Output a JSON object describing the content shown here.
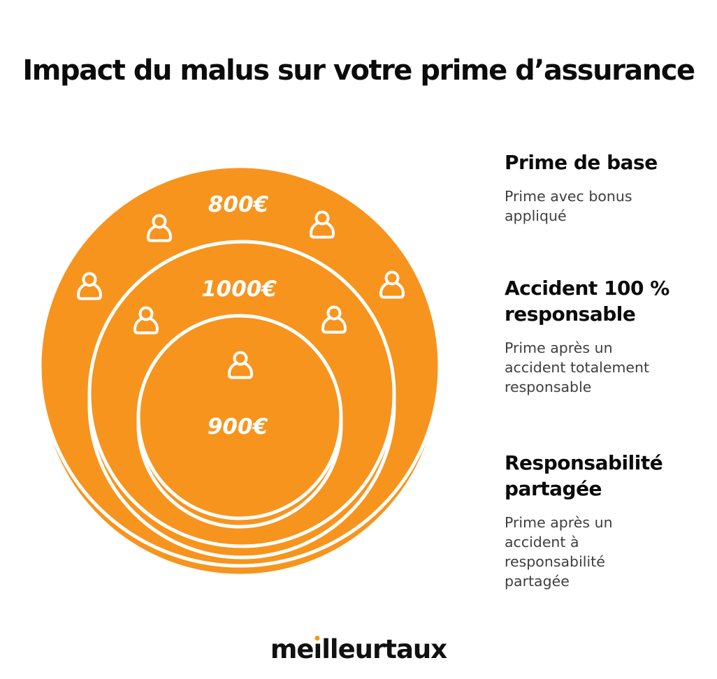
{
  "title": "Impact du malus sur votre prime d’assurance",
  "colors": {
    "orange": "#F7941D",
    "heading_black": "#0b0b0b",
    "body_gray": "#3e3e3e",
    "diagram_text_white": "#ffffff"
  },
  "diagram": {
    "type": "nested-circles-infographic",
    "rings": [
      {
        "label": "800€",
        "value_eur": 800,
        "scenario": "Prime de base",
        "position": "outer"
      },
      {
        "label": "1000€",
        "value_eur": 1000,
        "scenario": "Accident 100 % responsable",
        "position": "middle"
      },
      {
        "label": "900€",
        "value_eur": 900,
        "scenario": "Responsabilité partagée",
        "position": "inner"
      }
    ],
    "person_icon": "person-outline-icon",
    "person_icon_count": 7
  },
  "legend": [
    {
      "heading": "Prime de base",
      "body": "Prime avec bonus\nappliqué"
    },
    {
      "heading": "Accident 100 %\nresponsable",
      "body": "Prime après un\naccident totalement\nresponsable"
    },
    {
      "heading": "Responsabilité\npartagée",
      "body": "Prime après un\naccident à\nresponsabilité\npartagée"
    }
  ],
  "logo": {
    "pre": "me",
    "i": "ı",
    "post": "lleurtaux",
    "full_name": "meilleurtaux"
  }
}
